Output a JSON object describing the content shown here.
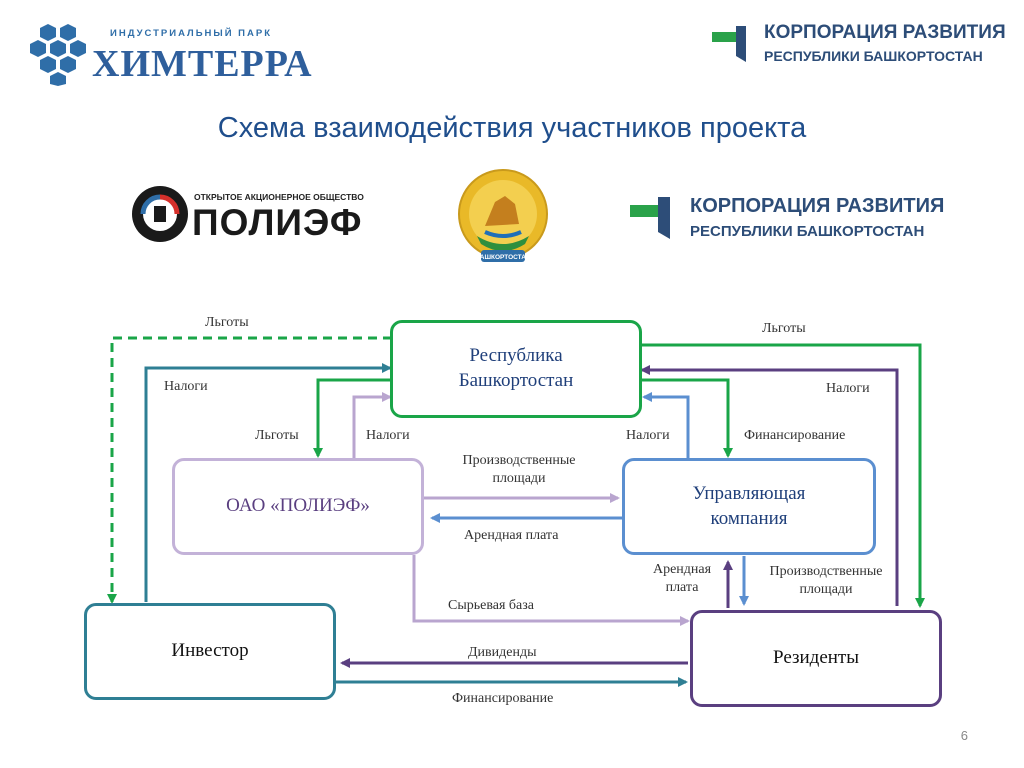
{
  "header": {
    "park_small": "ИНДУСТРИАЛЬНЫЙ ПАРК",
    "park_name": "ХИМТЕРРА",
    "corp_line1": "КОРПОРАЦИЯ РАЗВИТИЯ",
    "corp_line2": "РЕСПУБЛИКИ БАШКОРТОСТАН"
  },
  "title": "Схема взаимодействия участников проекта",
  "logos": {
    "polief_small": "ОТКРЫТОЕ АКЦИОНЕРНОЕ ОБЩЕСТВО",
    "polief_big": "ПОЛИЭФ",
    "emblem_text": "БАШКОРТОСТАН",
    "corp_line1": "КОРПОРАЦИЯ РАЗВИТИЯ",
    "corp_line2": "РЕСПУБЛИКИ БАШКОРТОСТАН"
  },
  "nodes": {
    "republic": "Республика Башкортостан",
    "polief": "ОАО «ПОЛИЭФ»",
    "management": "Управляющая компания",
    "investor": "Инвестор",
    "residents": "Резиденты"
  },
  "edges": {
    "benefits_left": "Льготы",
    "taxes_left": "Налоги",
    "benefits_right": "Льготы",
    "taxes_right": "Налоги",
    "benefits_to_polief": "Льготы",
    "taxes_from_polief": "Налоги",
    "taxes_from_mgmt": "Налоги",
    "financing_mgmt": "Финансирование",
    "production_areas": "Производственные площади",
    "rent": "Арендная плата",
    "raw_base": "Сырьевая база",
    "rent_residents": "Арендная плата",
    "production_areas_residents": "Производственные площади",
    "dividends": "Дивиденды",
    "financing_residents": "Финансирование"
  },
  "colors": {
    "green": "#1aa548",
    "teal": "#2f7f94",
    "blue": "#5b8fd0",
    "lilac": "#b9a5cf",
    "purple": "#5a3f80",
    "title_blue": "#1f4e8c"
  },
  "page_number": "6"
}
